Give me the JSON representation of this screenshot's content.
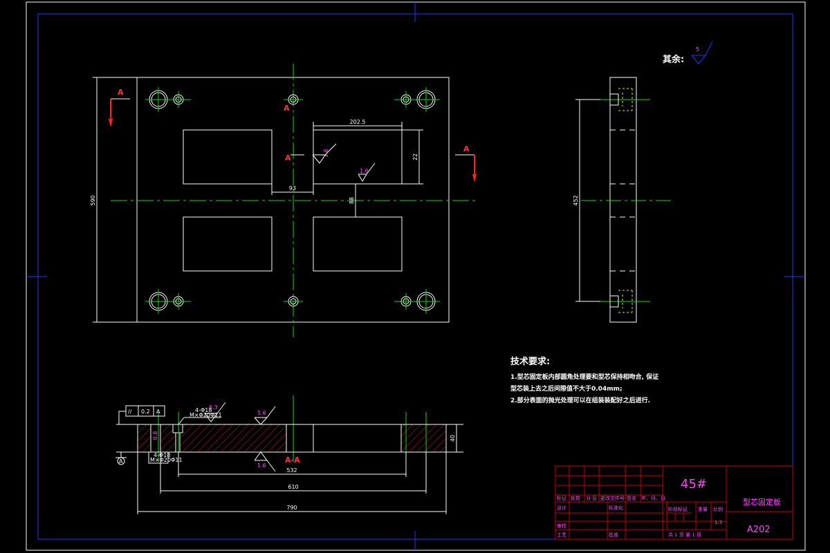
{
  "drawing": {
    "rest_roughness_label": "其余:",
    "rest_roughness_value": "5",
    "section_letter": "A",
    "section_view_label": "A-A",
    "dims": {
      "width_top": "202.5",
      "pocket_h": "22",
      "gap_x": "93",
      "gap_y": "88",
      "height_left": "590",
      "side_height": "452",
      "thickness": "40",
      "len_532": "532",
      "len_610": "610",
      "len_790": "790"
    },
    "roughness": {
      "r16a": "1.6",
      "r16b": "1.6",
      "r16c": "1.6",
      "r16d": "1.6",
      "r63": "6.3",
      "r08": "0.8"
    },
    "tolerance": {
      "symbol": "//",
      "value": "0.2",
      "datum": "A"
    },
    "hole_notes": {
      "top_line1": "4-Φ18",
      "top_line2": "M×Φ20Φ11",
      "bottom_line1": "4-Φ18",
      "bottom_line2": "M×Φ20Φ11"
    },
    "datum_symbol": "A"
  },
  "requirements": {
    "title": "技术要求:",
    "line1": "1.型芯固定板内部圆角处理要和型芯保持相吻合, 保证",
    "line2": "型芯装上去之后间隙值不大于0.04mm;",
    "line3": "2.部分表面的抛光处理可以在组装装配好之后进行."
  },
  "title_block": {
    "material": "45#",
    "part_name": "型芯固定板",
    "drawing_no": "A202",
    "scale_label": "比例",
    "scale": "1:3",
    "weight_label": "重量",
    "stage_label": "阶段标记",
    "sheet_info": "共 1 页 第 1 页",
    "design": "设计",
    "standardize": "标准化",
    "review": "审核",
    "process": "工艺",
    "approve": "批准",
    "hdr_mark": "标记",
    "hdr_count": "处数",
    "hdr_zone": "分 区",
    "hdr_doc": "更改文件号",
    "hdr_sign": "签名",
    "hdr_date": "年、月、日"
  },
  "colors": {
    "frame": "#ffffff",
    "border_marks": "#1a3cff",
    "centerline": "#19d219",
    "section_arrow": "#ff2020",
    "annotation": "#ff44ff",
    "hidden": "#e6e600",
    "hatch": "#cc2222",
    "title_grid": "#cc0000"
  }
}
